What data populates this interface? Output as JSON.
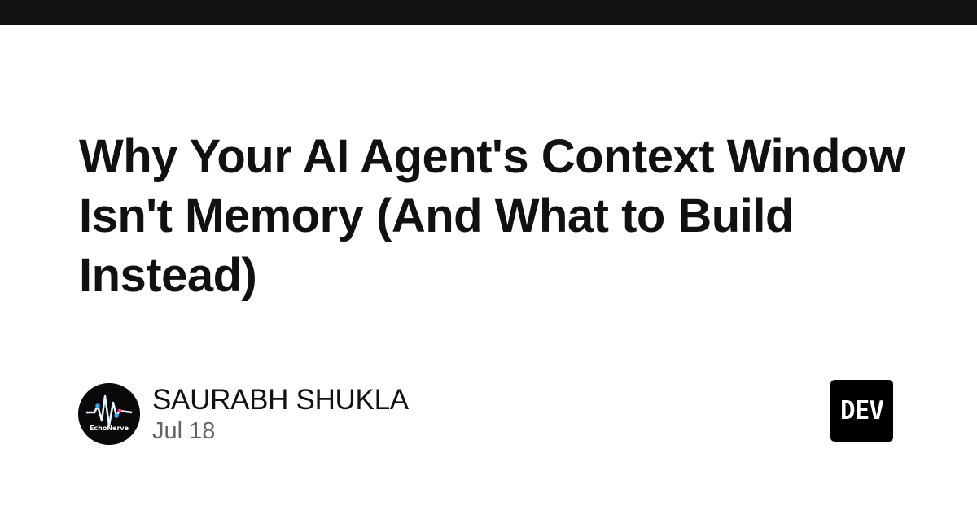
{
  "colors": {
    "top_bar": "#111111",
    "title": "#111111",
    "date": "#646464",
    "logo_bg": "#000000"
  },
  "article": {
    "title": "Why Your AI Agent's Context Window Isn't Memory (And What to Build Instead)"
  },
  "author": {
    "name": "SAURABH SHUKLA",
    "date": "Jul 18",
    "avatar_brand": "EchoNerve"
  },
  "site": {
    "logo_text": "DEV"
  }
}
